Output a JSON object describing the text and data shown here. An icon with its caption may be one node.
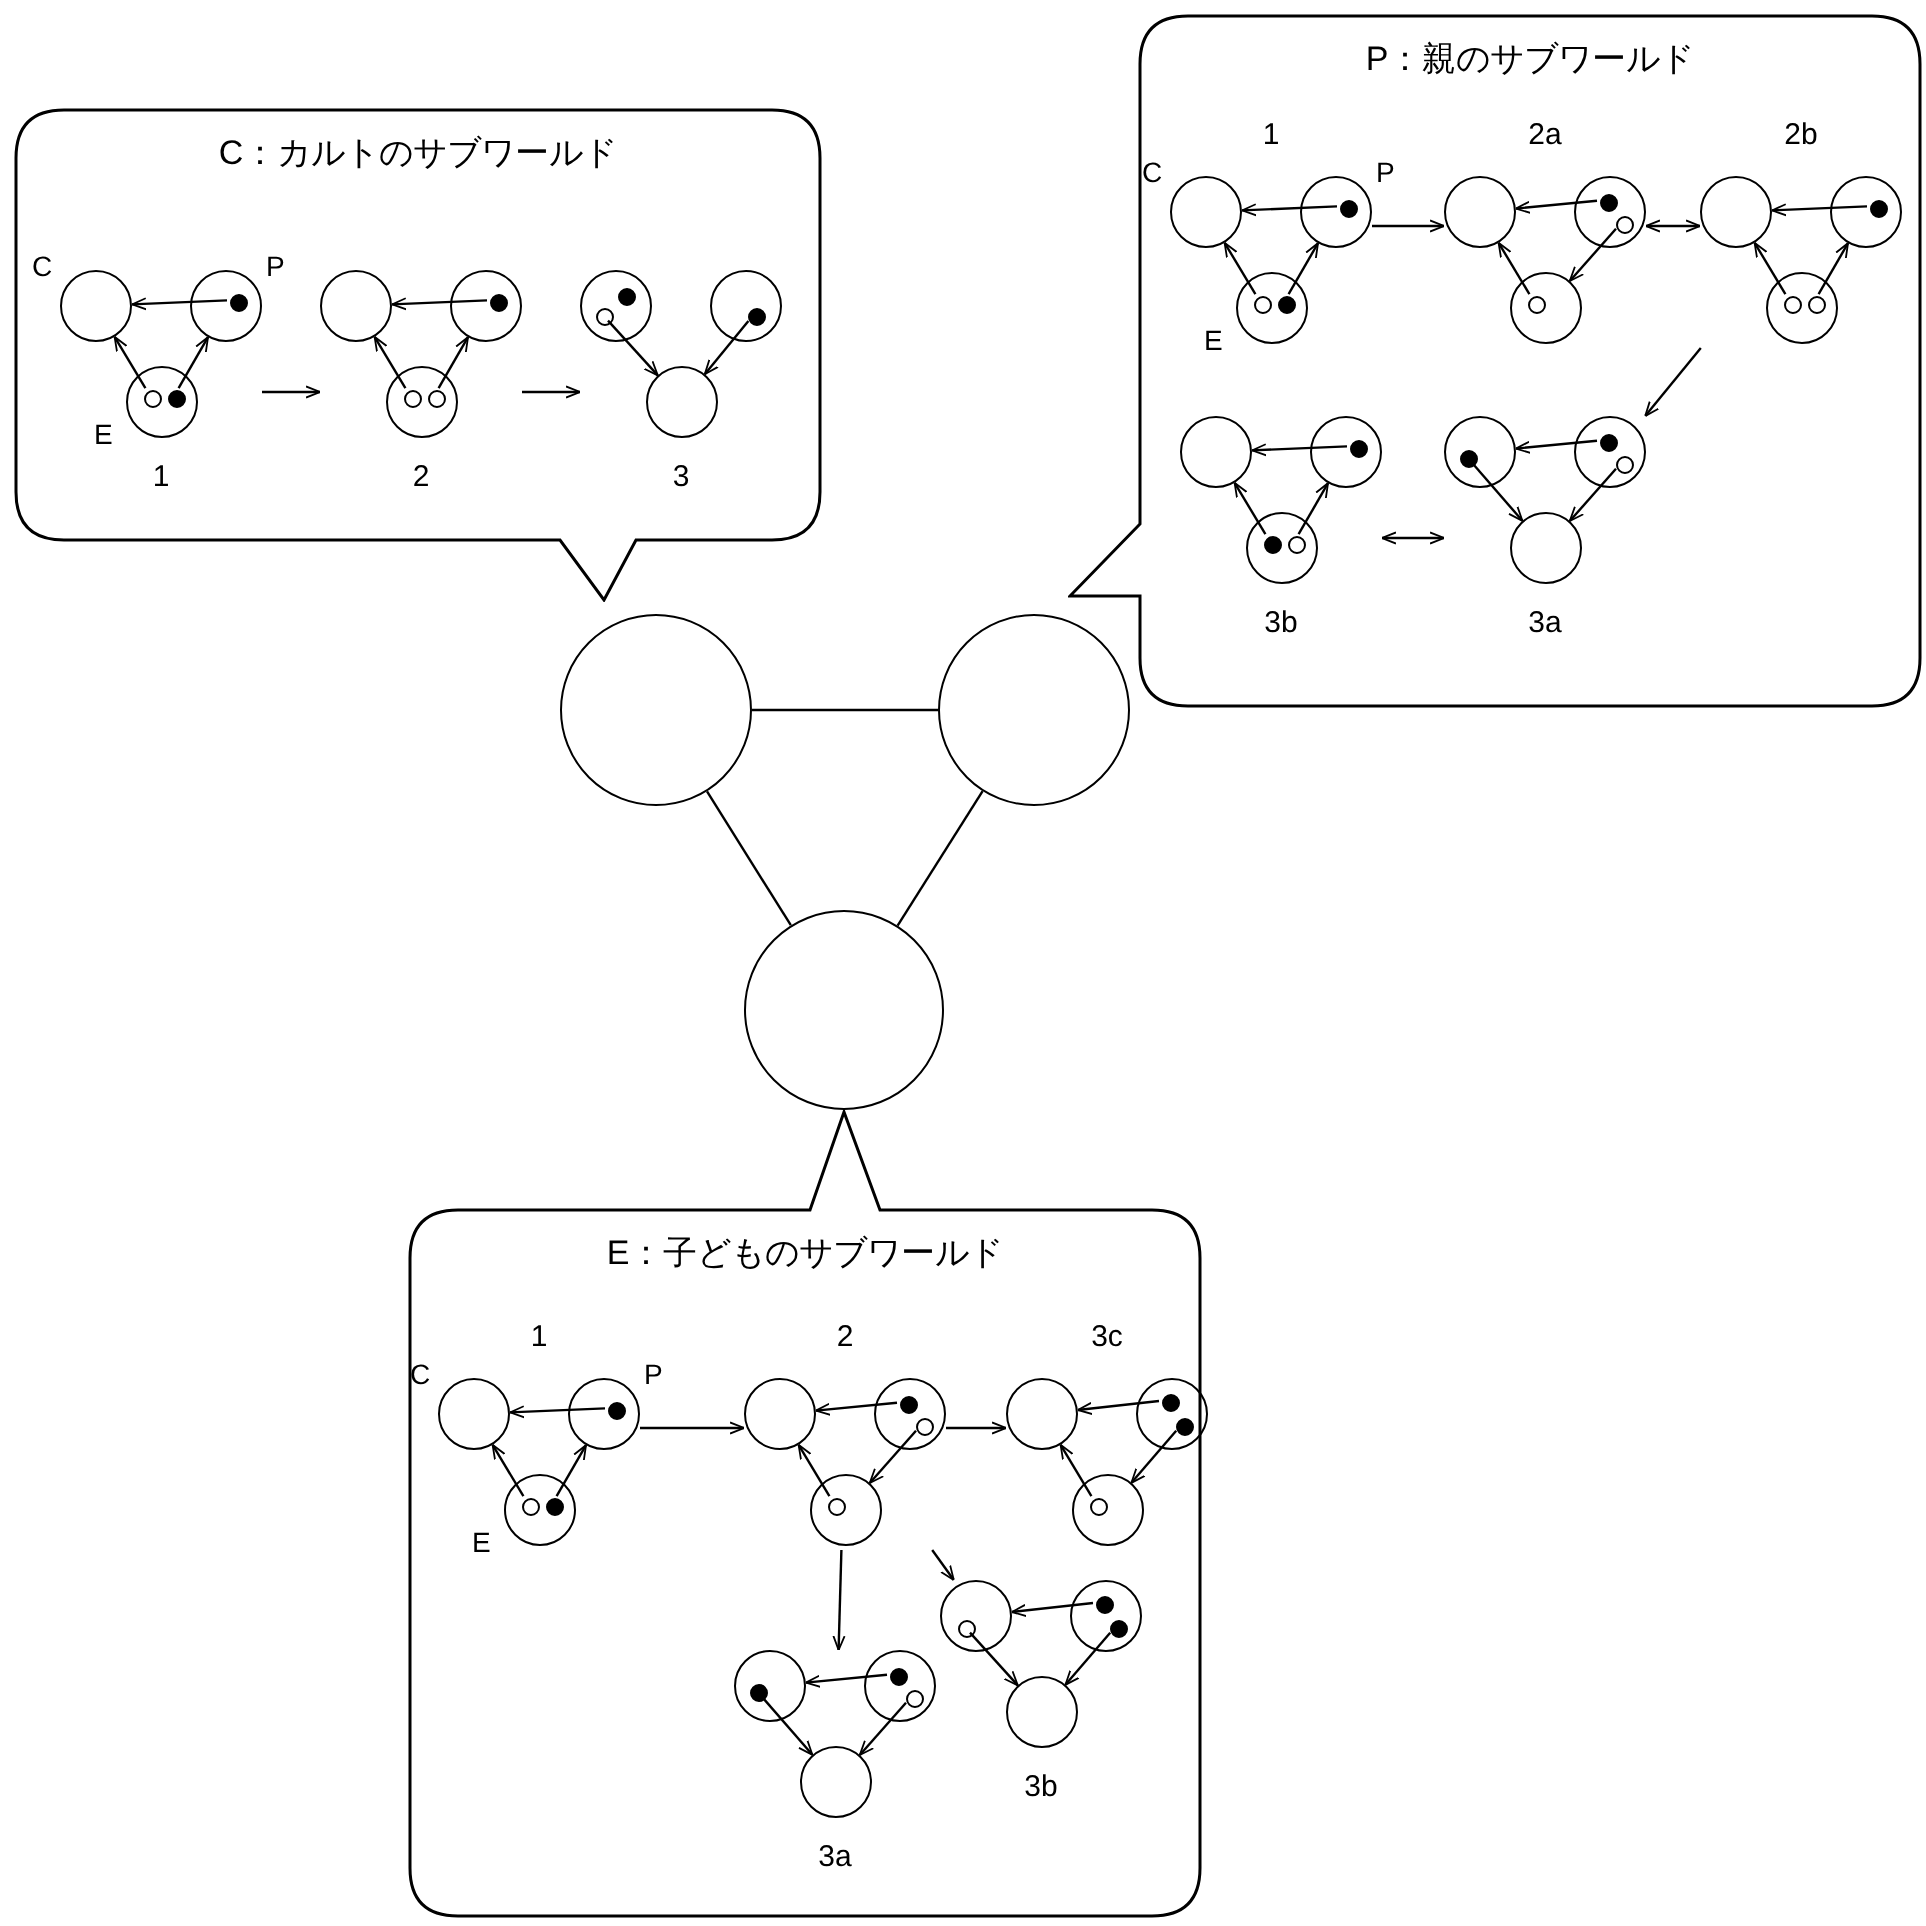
{
  "diagram": {
    "nodes": [
      {
        "text": [
          "C：カルトのサブワールド"
        ]
      },
      {
        "text": [
          "1"
        ],
        "in": 0
      },
      {
        "text": [],
        "shape": "circle",
        "in": 1,
        "beside": [
          "C"
        ]
      },
      {
        "text": [],
        "shape": "circle",
        "in": 1,
        "beside": [
          "P"
        ]
      },
      {
        "text": [],
        "shape": "circle",
        "in": 1,
        "beside": [
          "E"
        ]
      },
      {
        "text": [],
        "shape": "dot",
        "in": 3
      },
      {
        "text": [],
        "shape": "circle",
        "in": 4
      },
      {
        "text": [],
        "shape": "dot",
        "in": 4
      },
      {
        "text": [
          "2"
        ],
        "in": 0
      },
      {
        "text": [],
        "shape": "circle",
        "in": 8
      },
      {
        "text": [],
        "shape": "circle",
        "in": 8
      },
      {
        "text": [],
        "shape": "circle",
        "in": 8
      },
      {
        "text": [],
        "shape": "dot",
        "in": 10
      },
      {
        "text": [],
        "shape": "circle",
        "in": 11
      },
      {
        "text": [],
        "shape": "circle",
        "in": 11
      },
      {
        "text": [
          "3"
        ],
        "in": 0
      },
      {
        "text": [],
        "shape": "circle",
        "in": 15
      },
      {
        "text": [],
        "shape": "circle",
        "in": 15
      },
      {
        "text": [],
        "shape": "circle",
        "in": 15
      },
      {
        "text": [],
        "shape": "dot",
        "in": 16
      },
      {
        "text": [],
        "shape": "circle",
        "in": 16
      },
      {
        "text": [],
        "shape": "dot",
        "in": 17
      },
      {
        "text": [
          "P：親のサブワールド"
        ]
      },
      {
        "text": [
          "1"
        ],
        "in": 22
      },
      {
        "text": [],
        "shape": "circle",
        "in": 23,
        "beside": [
          "C"
        ]
      },
      {
        "text": [],
        "shape": "circle",
        "in": 23,
        "beside": [
          "P"
        ]
      },
      {
        "text": [],
        "shape": "circle",
        "in": 23,
        "beside": [
          "E"
        ]
      },
      {
        "text": [],
        "shape": "dot",
        "in": 25
      },
      {
        "text": [],
        "shape": "circle",
        "in": 26
      },
      {
        "text": [],
        "shape": "dot",
        "in": 26
      },
      {
        "text": [
          "2a"
        ],
        "in": 22
      },
      {
        "text": [],
        "shape": "circle",
        "in": 30
      },
      {
        "text": [],
        "shape": "circle",
        "in": 30
      },
      {
        "text": [],
        "shape": "circle",
        "in": 30
      },
      {
        "text": [],
        "shape": "dot",
        "in": 32
      },
      {
        "text": [],
        "shape": "circle",
        "in": 32
      },
      {
        "text": [],
        "shape": "circle",
        "in": 33
      },
      {
        "text": [
          "2b"
        ],
        "in": 22
      },
      {
        "text": [],
        "shape": "circle",
        "in": 37
      },
      {
        "text": [],
        "shape": "circle",
        "in": 37
      },
      {
        "text": [],
        "shape": "circle",
        "in": 37
      },
      {
        "text": [],
        "shape": "dot",
        "in": 39
      },
      {
        "text": [],
        "shape": "circle",
        "in": 40
      },
      {
        "text": [],
        "shape": "circle",
        "in": 40
      },
      {
        "text": [
          "3b"
        ],
        "in": 22
      },
      {
        "text": [],
        "shape": "circle",
        "in": 44
      },
      {
        "text": [],
        "shape": "circle",
        "in": 44
      },
      {
        "text": [],
        "shape": "circle",
        "in": 44
      },
      {
        "text": [],
        "shape": "dot",
        "in": 46
      },
      {
        "text": [],
        "shape": "dot",
        "in": 47
      },
      {
        "text": [],
        "shape": "circle",
        "in": 47
      },
      {
        "text": [
          "3a"
        ],
        "in": 22
      },
      {
        "text": [],
        "shape": "circle",
        "in": 51
      },
      {
        "text": [],
        "shape": "circle",
        "in": 51
      },
      {
        "text": [],
        "shape": "circle",
        "in": 51
      },
      {
        "text": [],
        "shape": "dot",
        "in": 52
      },
      {
        "text": [],
        "shape": "dot",
        "in": 53
      },
      {
        "text": [],
        "shape": "circle",
        "in": 53
      },
      {
        "text": [],
        "shape": "circle"
      },
      {
        "text": [],
        "shape": "circle"
      },
      {
        "text": [],
        "shape": "circle"
      },
      {
        "text": [
          "E：子どものサブワールド"
        ]
      },
      {
        "text": [
          "1"
        ],
        "in": 61
      },
      {
        "text": [],
        "shape": "circle",
        "in": 62,
        "beside": [
          "C"
        ]
      },
      {
        "text": [],
        "shape": "circle",
        "in": 62,
        "beside": [
          "P"
        ]
      },
      {
        "text": [],
        "shape": "circle",
        "in": 62,
        "beside": [
          "E"
        ]
      },
      {
        "text": [],
        "shape": "dot",
        "in": 64
      },
      {
        "text": [],
        "shape": "circle",
        "in": 65
      },
      {
        "text": [],
        "shape": "dot",
        "in": 65
      },
      {
        "text": [
          "2"
        ],
        "in": 61
      },
      {
        "text": [],
        "shape": "circle",
        "in": 69
      },
      {
        "text": [],
        "shape": "circle",
        "in": 69
      },
      {
        "text": [],
        "shape": "circle",
        "in": 69
      },
      {
        "text": [],
        "shape": "dot",
        "in": 71
      },
      {
        "text": [],
        "shape": "circle",
        "in": 71
      },
      {
        "text": [],
        "shape": "circle",
        "in": 72
      },
      {
        "text": [
          "3c"
        ],
        "in": 61
      },
      {
        "text": [],
        "shape": "circle",
        "in": 76
      },
      {
        "text": [],
        "shape": "circle",
        "in": 76
      },
      {
        "text": [],
        "shape": "circle",
        "in": 76
      },
      {
        "text": [],
        "shape": "dot",
        "in": 78
      },
      {
        "text": [],
        "shape": "dot",
        "in": 78
      },
      {
        "text": [],
        "shape": "circle",
        "in": 79
      },
      {
        "text": [
          "3b"
        ],
        "in": 61
      },
      {
        "text": [],
        "shape": "circle",
        "in": 83
      },
      {
        "text": [],
        "shape": "circle",
        "in": 83
      },
      {
        "text": [],
        "shape": "circle",
        "in": 83
      },
      {
        "text": [],
        "shape": "circle",
        "in": 84
      },
      {
        "text": [],
        "shape": "dot",
        "in": 85
      },
      {
        "text": [],
        "shape": "dot",
        "in": 85
      },
      {
        "text": [
          "3a"
        ],
        "in": 61
      },
      {
        "text": [],
        "shape": "circle",
        "in": 90
      },
      {
        "text": [],
        "shape": "circle",
        "in": 90
      },
      {
        "text": [],
        "shape": "circle",
        "in": 90
      },
      {
        "text": [],
        "shape": "dot",
        "in": 91
      },
      {
        "text": [],
        "shape": "dot",
        "in": 92
      },
      {
        "text": [],
        "shape": "circle",
        "in": 92
      }
    ],
    "edges": [
      {
        "from": 5,
        "to": 2,
        "arrow": "to"
      },
      {
        "from": 6,
        "to": 2,
        "arrow": "to"
      },
      {
        "from": 7,
        "to": 3,
        "arrow": "to"
      },
      {
        "from": 12,
        "to": 9,
        "arrow": "to"
      },
      {
        "from": 13,
        "to": 9,
        "arrow": "to"
      },
      {
        "from": 14,
        "to": 10,
        "arrow": "to"
      },
      {
        "from": 20,
        "to": 18,
        "arrow": "to"
      },
      {
        "from": 21,
        "to": 18,
        "arrow": "to"
      },
      {
        "from": 1,
        "to": 8,
        "arrow": "to"
      },
      {
        "from": 8,
        "to": 15,
        "arrow": "to"
      },
      {
        "from": 27,
        "to": 24,
        "arrow": "to"
      },
      {
        "from": 28,
        "to": 24,
        "arrow": "to"
      },
      {
        "from": 29,
        "to": 25,
        "arrow": "to"
      },
      {
        "from": 34,
        "to": 31,
        "arrow": "to"
      },
      {
        "from": 35,
        "to": 33,
        "arrow": "to"
      },
      {
        "from": 36,
        "to": 31,
        "arrow": "to"
      },
      {
        "from": 41,
        "to": 38,
        "arrow": "to"
      },
      {
        "from": 42,
        "to": 38,
        "arrow": "to"
      },
      {
        "from": 43,
        "to": 39,
        "arrow": "to"
      },
      {
        "from": 48,
        "to": 45,
        "arrow": "to"
      },
      {
        "from": 49,
        "to": 45,
        "arrow": "to"
      },
      {
        "from": 50,
        "to": 46,
        "arrow": "to"
      },
      {
        "from": 56,
        "to": 52,
        "arrow": "to"
      },
      {
        "from": 55,
        "to": 54,
        "arrow": "to"
      },
      {
        "from": 57,
        "to": 54,
        "arrow": "to"
      },
      {
        "from": 23,
        "to": 30,
        "arrow": "to"
      },
      {
        "from": 30,
        "to": 37,
        "arrow": "both"
      },
      {
        "from": 37,
        "to": 51,
        "arrow": "to"
      },
      {
        "from": 44,
        "to": 51,
        "arrow": "both"
      },
      {
        "from": 58,
        "to": 59,
        "arrow": "none"
      },
      {
        "from": 58,
        "to": 60,
        "arrow": "none"
      },
      {
        "from": 59,
        "to": 60,
        "arrow": "none"
      },
      {
        "from": 66,
        "to": 63,
        "arrow": "to"
      },
      {
        "from": 67,
        "to": 63,
        "arrow": "to"
      },
      {
        "from": 68,
        "to": 64,
        "arrow": "to"
      },
      {
        "from": 73,
        "to": 70,
        "arrow": "to"
      },
      {
        "from": 74,
        "to": 72,
        "arrow": "to"
      },
      {
        "from": 75,
        "to": 70,
        "arrow": "to"
      },
      {
        "from": 80,
        "to": 77,
        "arrow": "to"
      },
      {
        "from": 81,
        "to": 79,
        "arrow": "to"
      },
      {
        "from": 82,
        "to": 77,
        "arrow": "to"
      },
      {
        "from": 88,
        "to": 84,
        "arrow": "to"
      },
      {
        "from": 87,
        "to": 86,
        "arrow": "to"
      },
      {
        "from": 89,
        "to": 86,
        "arrow": "to"
      },
      {
        "from": 95,
        "to": 91,
        "arrow": "to"
      },
      {
        "from": 94,
        "to": 93,
        "arrow": "to"
      },
      {
        "from": 96,
        "to": 93,
        "arrow": "to"
      },
      {
        "from": 62,
        "to": 69,
        "arrow": "to"
      },
      {
        "from": 69,
        "to": 76,
        "arrow": "to"
      },
      {
        "from": 69,
        "to": 83,
        "arrow": "to"
      },
      {
        "from": 69,
        "to": 90,
        "arrow": "to"
      }
    ]
  }
}
